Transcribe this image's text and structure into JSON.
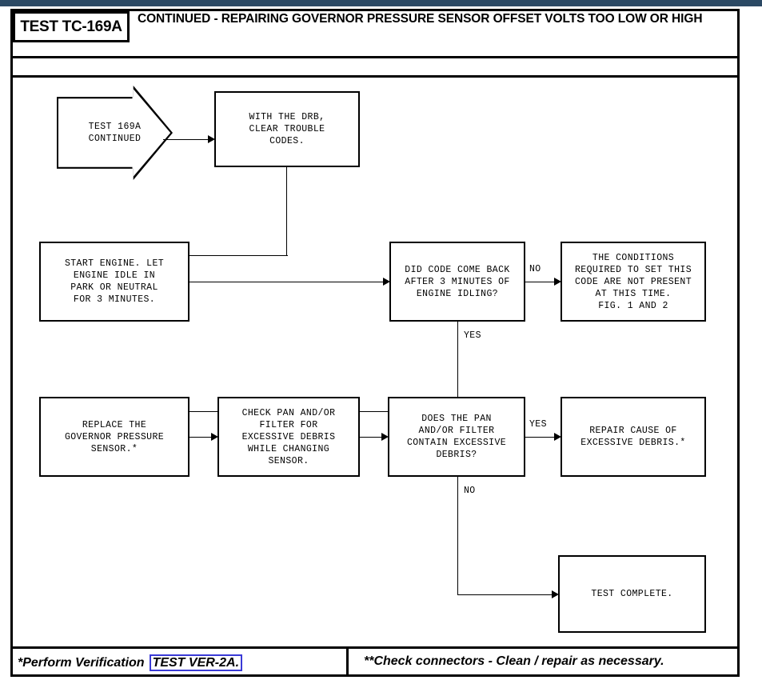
{
  "document": {
    "test_id": "TEST TC-169A",
    "title": "CONTINUED - REPAIRING GOVERNOR PRESSURE SENSOR OFFSET VOLTS TOO LOW OR HIGH"
  },
  "colors": {
    "top_strip": "#2b4964",
    "link_border": "#3a3ad6",
    "line": "#000000",
    "paper": "#ffffff"
  },
  "chart_data": {
    "type": "diagram",
    "subtype": "flowchart",
    "title": "CONTINUED - REPAIRING GOVERNOR PRESSURE SENSOR OFFSET VOLTS TOO LOW OR HIGH",
    "nodes": [
      {
        "id": "start",
        "shape": "banner",
        "text": "TEST 169A\nCONTINUED"
      },
      {
        "id": "clear",
        "shape": "process",
        "text": "WITH THE DRB,\nCLEAR TROUBLE\nCODES."
      },
      {
        "id": "idle",
        "shape": "process",
        "text": "START ENGINE. LET\nENGINE IDLE IN\nPARK OR NEUTRAL\nFOR 3 MINUTES."
      },
      {
        "id": "code_back",
        "shape": "decision",
        "text": "DID CODE COME BACK\nAFTER 3 MINUTES OF\nENGINE IDLING?"
      },
      {
        "id": "not_present",
        "shape": "terminal",
        "text": "THE CONDITIONS\nREQUIRED TO SET THIS\nCODE ARE NOT PRESENT\nAT THIS TIME.\nFIG. 1 AND 2"
      },
      {
        "id": "replace",
        "shape": "process",
        "text": "REPLACE THE\nGOVERNOR PRESSURE\nSENSOR.*"
      },
      {
        "id": "check_pan",
        "shape": "process",
        "text": "CHECK PAN AND/OR\nFILTER FOR\nEXCESSIVE DEBRIS\nWHILE CHANGING\nSENSOR."
      },
      {
        "id": "pan_debris",
        "shape": "decision",
        "text": "DOES THE PAN\nAND/OR FILTER\nCONTAIN EXCESSIVE\nDEBRIS?"
      },
      {
        "id": "repair",
        "shape": "terminal",
        "text": "REPAIR CAUSE OF\nEXCESSIVE DEBRIS.*"
      },
      {
        "id": "complete",
        "shape": "terminal",
        "text": "TEST COMPLETE."
      }
    ],
    "edges": [
      {
        "from": "start",
        "to": "clear",
        "label": ""
      },
      {
        "from": "clear",
        "to": "idle",
        "label": ""
      },
      {
        "from": "idle",
        "to": "code_back",
        "label": ""
      },
      {
        "from": "code_back",
        "to": "not_present",
        "label": "NO"
      },
      {
        "from": "code_back",
        "to": "replace",
        "label": "YES"
      },
      {
        "from": "replace",
        "to": "check_pan",
        "label": ""
      },
      {
        "from": "check_pan",
        "to": "pan_debris",
        "label": ""
      },
      {
        "from": "pan_debris",
        "to": "repair",
        "label": "YES"
      },
      {
        "from": "pan_debris",
        "to": "complete",
        "label": "NO"
      }
    ],
    "edge_labels": {
      "no_code_back": "NO",
      "yes_code_back": "YES",
      "yes_pan": "YES",
      "no_pan": "NO"
    }
  },
  "footer": {
    "left_prefix": "*Perform Verification",
    "left_link": "TEST VER-2A.",
    "right": "**Check connectors - Clean / repair as necessary."
  }
}
